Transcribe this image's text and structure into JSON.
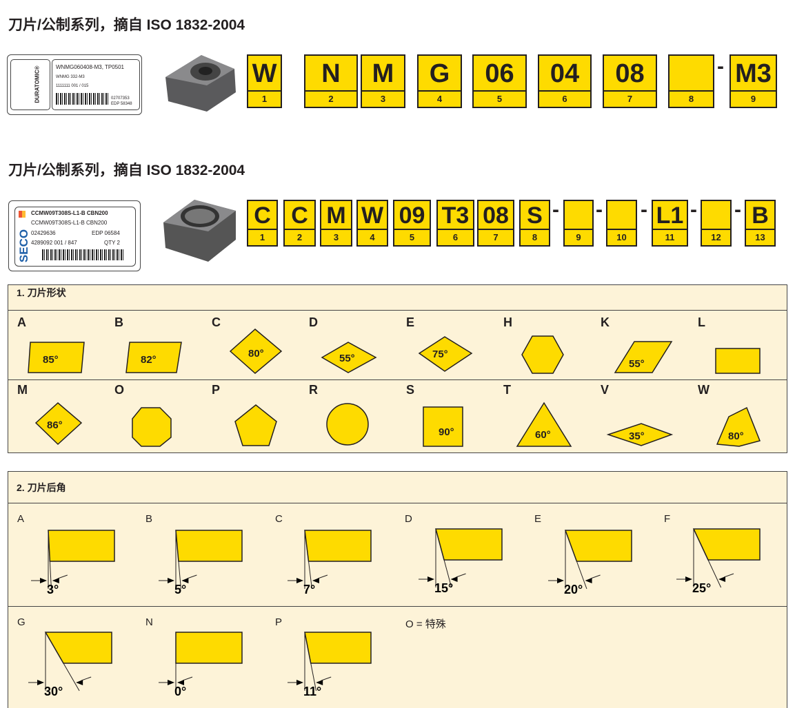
{
  "sections": [
    {
      "title": "刀片/公制系列，摘自 ISO 1832-2004"
    },
    {
      "title": "刀片/公制系列，摘自 ISO 1832-2004"
    }
  ],
  "label1": {
    "brand": "DURATOMIC®",
    "line1": "WNMG060408-M3, TP0501",
    "line2": "WNMG 332-M3",
    "line3": "1111111 001 / 015",
    "code1": "02707353",
    "code2": "EDP 58348"
  },
  "label2": {
    "brand": "SECO",
    "line1": "CCMW09T308S-L1-B CBN200",
    "line2": "CCMW09T308S-L1-B CBN200",
    "code1": "02429636",
    "edp": "EDP 06584",
    "line4": "4289092 001 / 847",
    "qty": "QTY 2"
  },
  "code1": [
    {
      "v": "W",
      "n": "1"
    },
    {
      "v": "N",
      "n": "2"
    },
    {
      "v": "M",
      "n": "3"
    },
    {
      "v": "G",
      "n": "4"
    },
    {
      "v": "06",
      "n": "5"
    },
    {
      "v": "04",
      "n": "6"
    },
    {
      "v": "08",
      "n": "7"
    },
    {
      "v": "",
      "n": "8"
    },
    {
      "v": "M3",
      "n": "9"
    }
  ],
  "code2": [
    {
      "v": "C",
      "n": "1"
    },
    {
      "v": "C",
      "n": "2"
    },
    {
      "v": "M",
      "n": "3"
    },
    {
      "v": "W",
      "n": "4"
    },
    {
      "v": "09",
      "n": "5"
    },
    {
      "v": "T3",
      "n": "6"
    },
    {
      "v": "08",
      "n": "7"
    },
    {
      "v": "S",
      "n": "8"
    },
    {
      "v": "",
      "n": "9"
    },
    {
      "v": "",
      "n": "10"
    },
    {
      "v": "L1",
      "n": "11"
    },
    {
      "v": "",
      "n": "12"
    },
    {
      "v": "B",
      "n": "13"
    }
  ],
  "dash": "-",
  "shapes": {
    "heading": "1. 刀片形状",
    "items": [
      {
        "letter": "A",
        "angle": "85°"
      },
      {
        "letter": "B",
        "angle": "82°"
      },
      {
        "letter": "C",
        "angle": "80°"
      },
      {
        "letter": "D",
        "angle": "55°"
      },
      {
        "letter": "E",
        "angle": "75°"
      },
      {
        "letter": "H",
        "angle": ""
      },
      {
        "letter": "K",
        "angle": "55°"
      },
      {
        "letter": "L",
        "angle": ""
      },
      {
        "letter": "M",
        "angle": "86°"
      },
      {
        "letter": "O",
        "angle": ""
      },
      {
        "letter": "P",
        "angle": ""
      },
      {
        "letter": "R",
        "angle": ""
      },
      {
        "letter": "S",
        "angle": "90°"
      },
      {
        "letter": "T",
        "angle": "60°"
      },
      {
        "letter": "V",
        "angle": "35°"
      },
      {
        "letter": "W",
        "angle": "80°"
      }
    ]
  },
  "clearance": {
    "heading": "2. 刀片后角",
    "items": [
      {
        "letter": "A",
        "angle": "3°",
        "deg": 3
      },
      {
        "letter": "B",
        "angle": "5°",
        "deg": 5
      },
      {
        "letter": "C",
        "angle": "7°",
        "deg": 7
      },
      {
        "letter": "D",
        "angle": "15°",
        "deg": 15
      },
      {
        "letter": "E",
        "angle": "20°",
        "deg": 20
      },
      {
        "letter": "F",
        "angle": "25°",
        "deg": 25
      },
      {
        "letter": "G",
        "angle": "30°",
        "deg": 30
      },
      {
        "letter": "N",
        "angle": "0°",
        "deg": 0
      },
      {
        "letter": "P",
        "angle": "11°",
        "deg": 11
      }
    ],
    "special": "O = 特殊"
  },
  "colors": {
    "yellow": "#fedb00",
    "panel": "#fdf3d8",
    "border": "#231f20"
  }
}
